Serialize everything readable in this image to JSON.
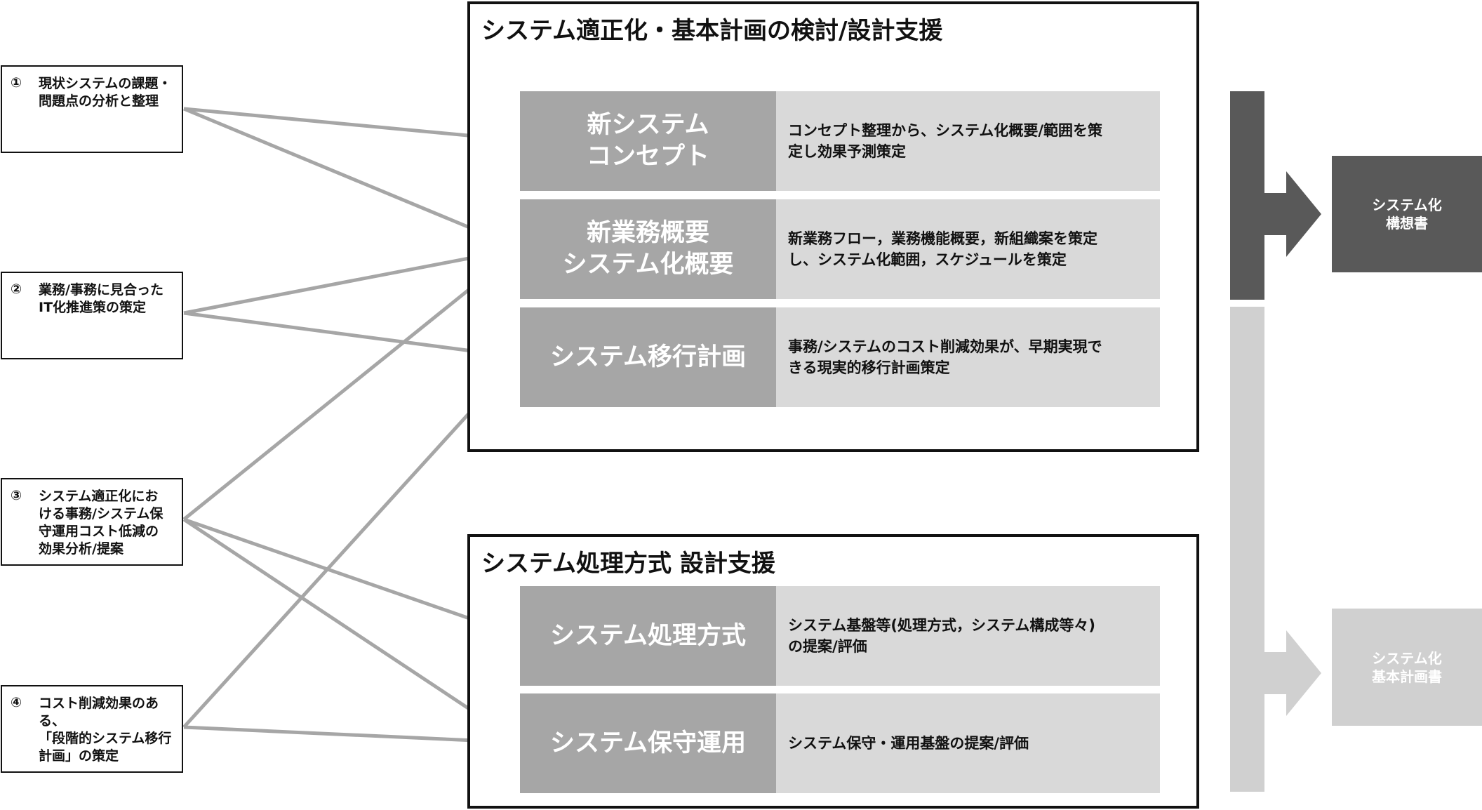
{
  "colors": {
    "label_bg": "#a6a6a6",
    "desc_bg": "#d9d9d9",
    "arrow": "#a6a6a6",
    "dark_bracket": "#595959",
    "light_bracket": "#d0d0d0",
    "output_dark": "#595959",
    "output_light": "#d0d0d0"
  },
  "inputs": [
    {
      "num": "①",
      "text": "現状システムの課題・\n問題点の分析と整理"
    },
    {
      "num": "②",
      "text": "業務/事務に見合った\nIT化推進策の策定"
    },
    {
      "num": "③",
      "text": "システム適正化にお\nける事務/システム保\n守運用コスト低減の\n効果分析/提案"
    },
    {
      "num": "④",
      "text": "コスト削減効果のある、\n「段階的システム移行\n計画」の策定"
    }
  ],
  "sections": [
    {
      "title": "システム適正化・基本計画の検討/設計支援",
      "rows": [
        {
          "label": "新システム\nコンセプト",
          "desc": "コンセプト整理から、システム化概要/範囲を策\n定し効果予測策定"
        },
        {
          "label": "新業務概要\nシステム化概要",
          "desc": "新業務フロー，業務機能概要，新組織案を策定\nし、システム化範囲，スケジュールを策定"
        },
        {
          "label": "システム移行計画",
          "desc": "事務/システムのコスト削減効果が、早期実現で\nきる現実的移行計画策定"
        }
      ]
    },
    {
      "title": "システム処理方式 設計支援",
      "rows": [
        {
          "label": "システム処理方式",
          "desc": "システム基盤等(処理方式，システム構成等々)\nの提案/評価"
        },
        {
          "label": "システム保守運用",
          "desc": "システム保守・運用基盤の提案/評価"
        }
      ]
    }
  ],
  "outputs": [
    {
      "label": "システム化\n構想書"
    },
    {
      "label": "システム化\n基本計画書"
    }
  ],
  "connections": [
    {
      "from": "①",
      "to": "新システム コンセプト"
    },
    {
      "from": "①",
      "to": "新業務概要 システム化概要"
    },
    {
      "from": "②",
      "to": "新業務概要 システム化概要"
    },
    {
      "from": "②",
      "to": "システム移行計画"
    },
    {
      "from": "③",
      "to": "新業務概要 システム化概要"
    },
    {
      "from": "③",
      "to": "システム処理方式"
    },
    {
      "from": "③",
      "to": "システム保守運用"
    },
    {
      "from": "④",
      "to": "システム移行計画"
    },
    {
      "from": "④",
      "to": "システム保守運用"
    }
  ]
}
